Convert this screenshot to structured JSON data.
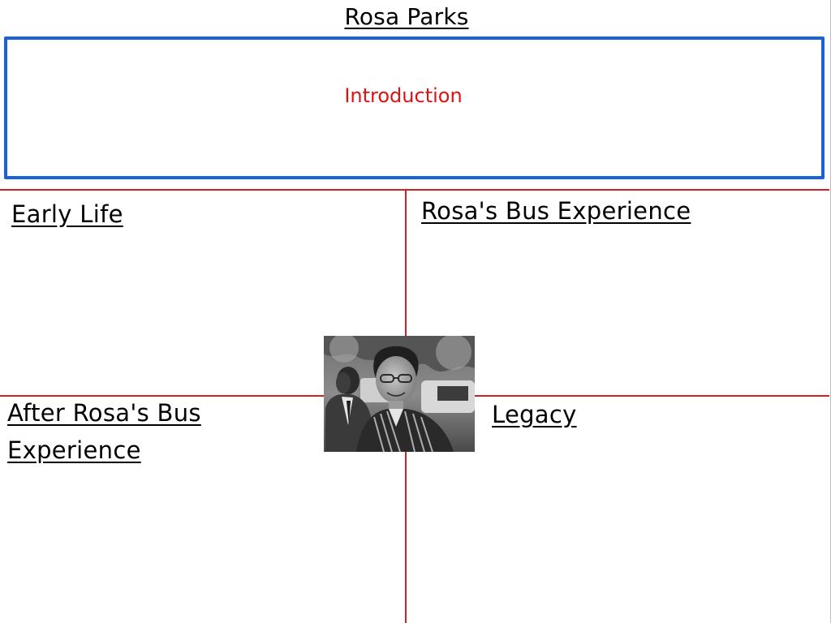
{
  "title": "Rosa Parks",
  "intro": {
    "label": "Introduction",
    "box_color": "#1a62d8",
    "label_color": "#e11111"
  },
  "grid_line_color": "#d52020",
  "sections": {
    "early_life": "Early Life",
    "bus_experience": "Rosa's Bus Experience",
    "after_line1": "After Rosa's Bus",
    "after_line2": "Experience",
    "legacy": "Legacy"
  },
  "photo": {
    "kind": "black-and-white photograph"
  }
}
